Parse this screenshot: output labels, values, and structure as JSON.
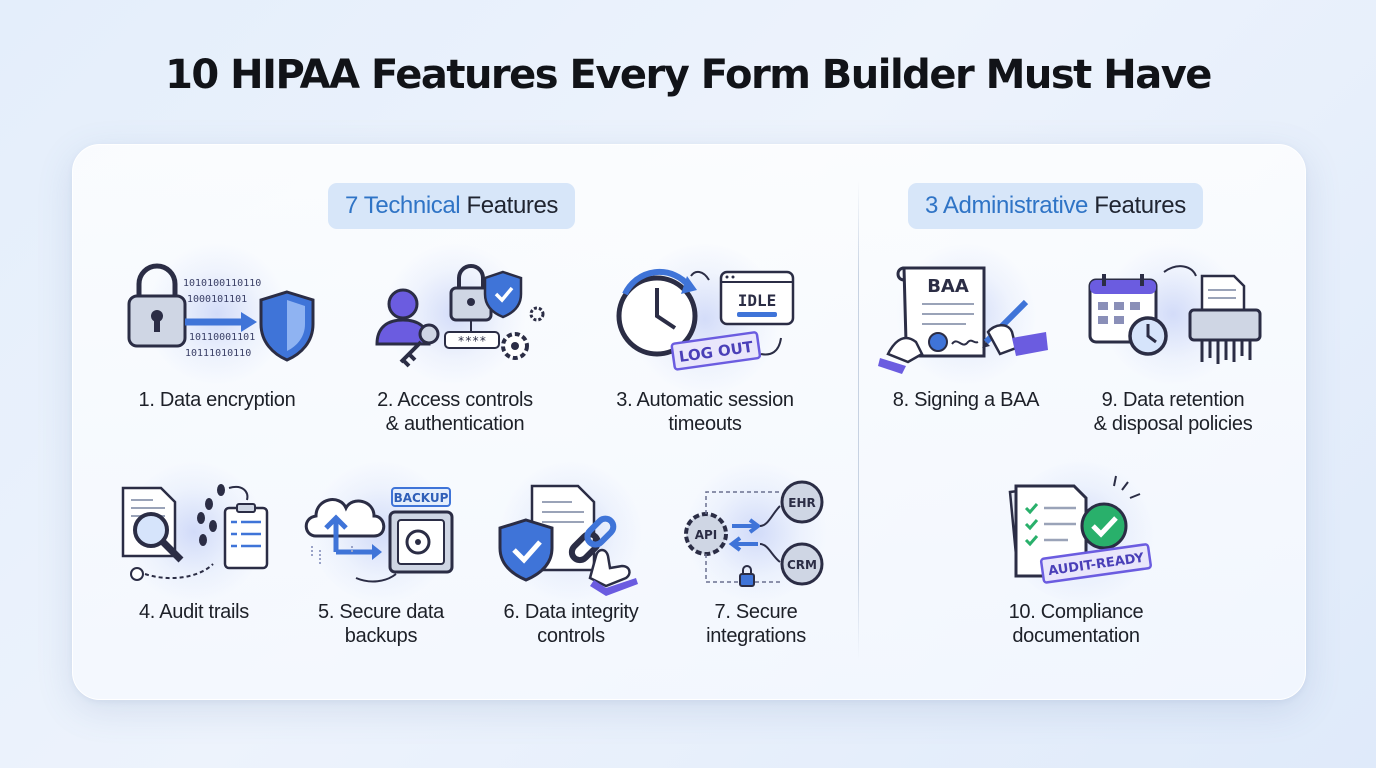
{
  "title": "10 HIPAA Features Every Form Builder Must Have",
  "technical": {
    "count_label": "7 Technical",
    "suffix": " Features",
    "features": [
      {
        "label": "1. Data encryption",
        "icon": "padlock-shield-icon",
        "binary_lines": [
          "1010100110110",
          "1000101101",
          "10110001101",
          "10111010110"
        ]
      },
      {
        "label": "2. Access controls & authentication",
        "icon": "user-key-lock-icon",
        "password_mask": "****"
      },
      {
        "label": "3. Automatic session timeouts",
        "icon": "clock-logout-icon",
        "screen_text": "IDLE",
        "stamp": "LOG OUT"
      },
      {
        "label": "4. Audit trails",
        "icon": "magnifier-footprints-icon"
      },
      {
        "label": "5. Secure data backups",
        "icon": "cloud-vault-icon",
        "tag": "BACKUP"
      },
      {
        "label": "6. Data integrity controls",
        "icon": "shield-chain-icon"
      },
      {
        "label": "7. Secure integrations",
        "icon": "api-integration-icon",
        "nodes": [
          "API",
          "EHR",
          "CRM"
        ]
      }
    ]
  },
  "administrative": {
    "count_label": "3 Administrative",
    "suffix": " Features",
    "features": [
      {
        "label": "8. Signing a BAA",
        "icon": "signing-scroll-icon",
        "doc_text": "BAA"
      },
      {
        "label": "9. Data retention & disposal policies",
        "icon": "calendar-shredder-icon"
      },
      {
        "label": "10. Compliance documentation",
        "icon": "checklist-docs-icon",
        "stamp": "AUDIT-READY"
      }
    ]
  },
  "colors": {
    "accent_blue": "#2f74c6",
    "icon_stroke": "#2b2d45",
    "icon_blue": "#3f74d8",
    "icon_purple": "#6b5ce0",
    "check_green": "#29b06b",
    "pill_bg": "#d7e6f9"
  }
}
